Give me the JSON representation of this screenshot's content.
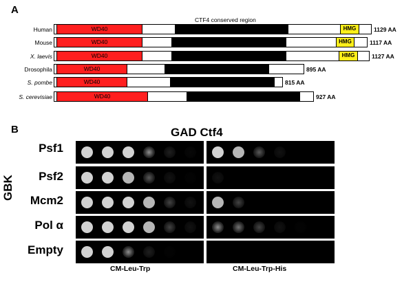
{
  "panel_a": {
    "letter": "A",
    "region_label": "CTF4 conserved region",
    "proteins": [
      {
        "name": "Human",
        "italic": false,
        "length": "1129 AA",
        "domain_label": "WD40",
        "hmg": "HMG"
      },
      {
        "name": "Mouse",
        "italic": false,
        "length": "1117 AA",
        "domain_label": "WD40",
        "hmg": "HMG"
      },
      {
        "name": "X. laevis",
        "italic": true,
        "length": "1127 AA",
        "domain_label": "WD40",
        "hmg": "HMG"
      },
      {
        "name": "Drosophila",
        "italic": false,
        "length": "895 AA",
        "domain_label": "WD40",
        "hmg": ""
      },
      {
        "name": "S. pombe",
        "italic": true,
        "length": "815 AA",
        "domain_label": "WD40",
        "hmg": ""
      },
      {
        "name": "S. cerevisiae",
        "italic": true,
        "length": "927 AA",
        "domain_label": "WD40",
        "hmg": ""
      }
    ],
    "colors": {
      "wd40": "#ff1f1f",
      "conserved": "#000000",
      "hmg": "#ffef1a"
    }
  },
  "panel_b": {
    "letter": "B",
    "title": "GAD Ctf4",
    "axis_label": "GBK",
    "rows": [
      {
        "label": "Psf1",
        "left_growth": [
          1,
          1,
          1,
          0.8,
          0.3,
          0.1
        ],
        "right_growth": [
          1,
          0.9,
          0.6,
          0.2,
          0,
          0
        ]
      },
      {
        "label": "Psf2",
        "left_growth": [
          1,
          1,
          0.9,
          0.6,
          0.2,
          0.05
        ],
        "right_growth": [
          0.2,
          0,
          0,
          0,
          0,
          0
        ]
      },
      {
        "label": "Mcm2",
        "left_growth": [
          1,
          1,
          1,
          0.9,
          0.5,
          0.2
        ],
        "right_growth": [
          0.9,
          0.5,
          0,
          0,
          0,
          0
        ]
      },
      {
        "label": "Pol α",
        "left_growth": [
          1,
          1,
          1,
          0.9,
          0.5,
          0.2
        ],
        "right_growth": [
          0.8,
          0.7,
          0.5,
          0.2,
          0.05,
          0
        ]
      },
      {
        "label": "Empty",
        "left_growth": [
          1,
          1,
          0.8,
          0.3,
          0.05,
          0
        ],
        "right_growth": [
          0,
          0,
          0,
          0,
          0,
          0
        ]
      }
    ],
    "media": {
      "left": "CM-Leu-Trp",
      "right": "CM-Leu-Trp-His"
    }
  }
}
